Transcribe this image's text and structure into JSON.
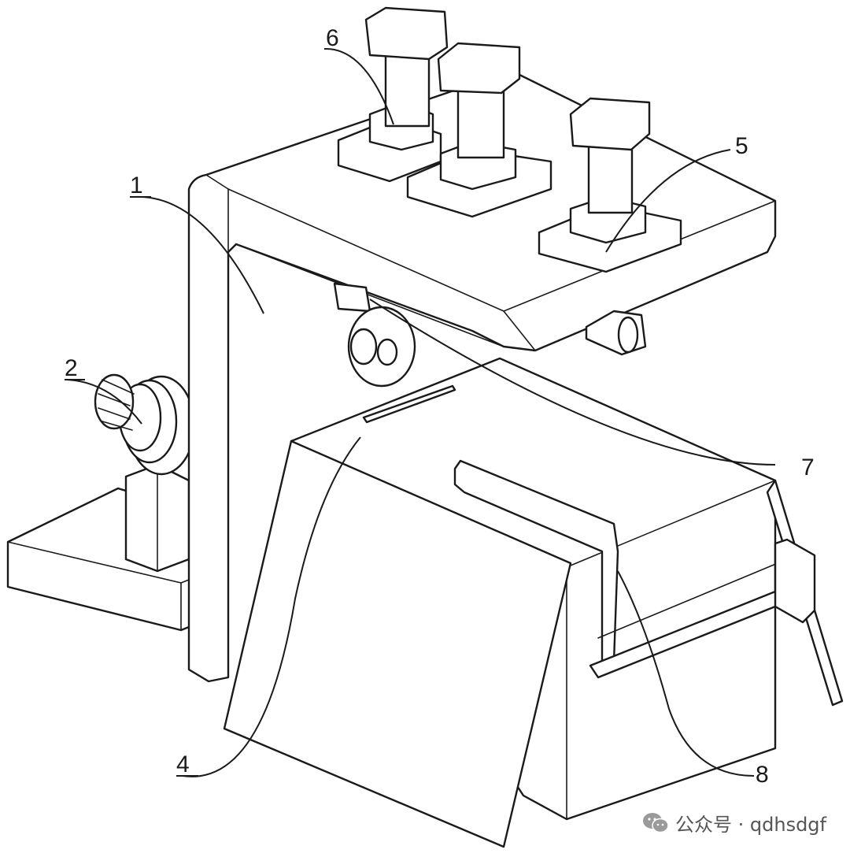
{
  "callouts": [
    {
      "id": "1",
      "label": "1"
    },
    {
      "id": "2",
      "label": "2"
    },
    {
      "id": "4",
      "label": "4"
    },
    {
      "id": "5",
      "label": "5"
    },
    {
      "id": "6",
      "label": "6"
    },
    {
      "id": "7",
      "label": "7"
    },
    {
      "id": "8",
      "label": "8"
    }
  ],
  "watermark": {
    "text": "公众号 · qdhsdgf",
    "icon": "wechat-icon"
  },
  "colors": {
    "line": "#1a1a1a",
    "fill": "#ffffff",
    "watermark": "#555555"
  }
}
